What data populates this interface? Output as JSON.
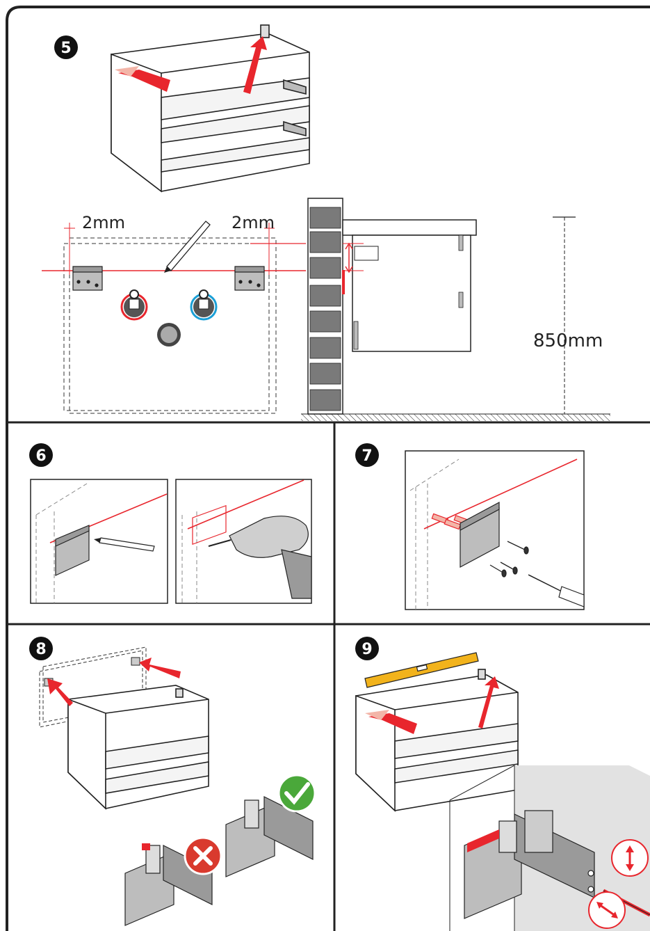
{
  "steps": {
    "s5": "5",
    "s6": "6",
    "s7": "7",
    "s8": "8",
    "s9": "9"
  },
  "dimensions": {
    "gap_left": "2mm",
    "gap_right": "2mm",
    "mount_height": "850mm"
  },
  "colors": {
    "line": "#222222",
    "red": "#e8262d",
    "pink": "#f3b5a8",
    "gray": "#8c8c8c",
    "dark_gray": "#5a5a5a",
    "yellow": "#f2b31c",
    "blue": "#1a9fd6",
    "green": "#4aa83a",
    "x_red": "#d93a2e"
  },
  "icons": {
    "correct": "check-icon",
    "wrong": "cross-icon"
  }
}
